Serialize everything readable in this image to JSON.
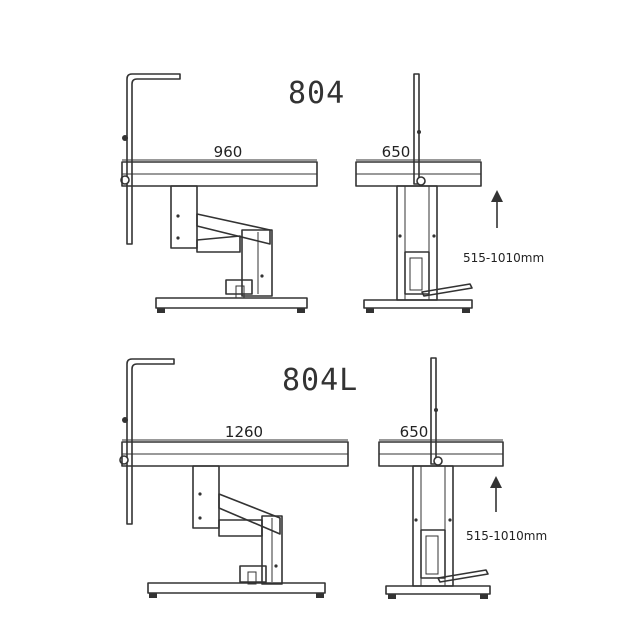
{
  "colors": {
    "line": "#333333",
    "background": "#ffffff"
  },
  "models": [
    {
      "name": "804",
      "width_label": "960",
      "depth_label": "650",
      "height_label": "515-1010mm",
      "arrow_icon": "up-arrow-icon"
    },
    {
      "name": "804L",
      "width_label": "1260",
      "depth_label": "650",
      "height_label": "515-1010mm",
      "arrow_icon": "up-arrow-icon"
    }
  ]
}
